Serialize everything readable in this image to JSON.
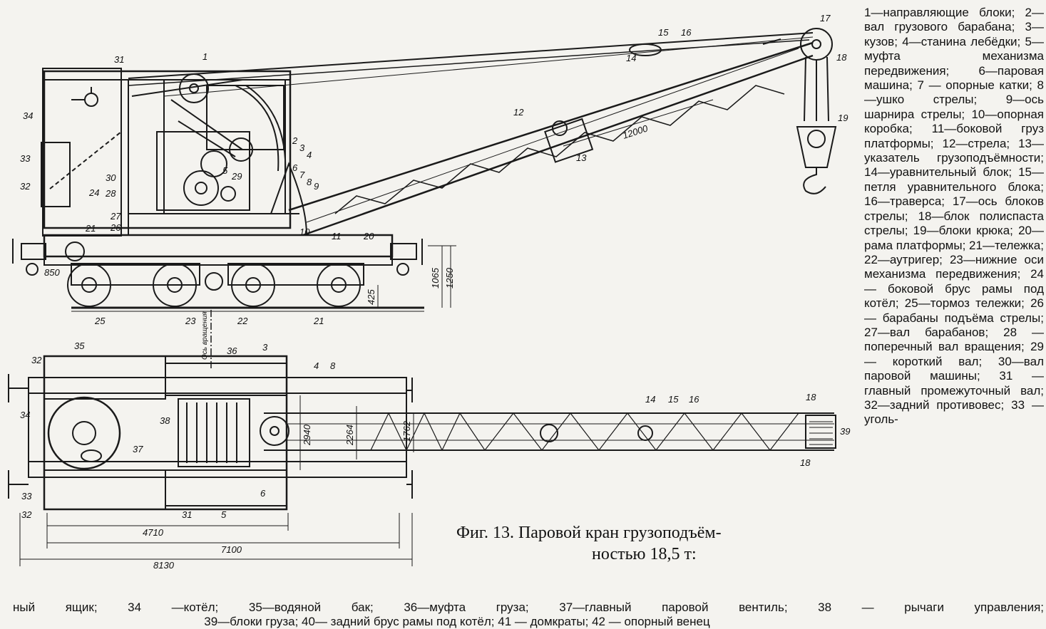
{
  "figure": {
    "caption_line1": "Фиг. 13. Паровой кран грузоподъём-",
    "caption_line2": "ностью 18,5 т:"
  },
  "legend": {
    "right_column": "1—направляющие блоки; 2—вал грузового барабана; 3—кузов; 4—станина лебёдки; 5—муфта механизма передвижения; 6—паровая машина; 7 — опорные катки; 8—ушко стрелы; 9—ось шарнира стрелы; 10—опорная коробка; 11—боковой груз платформы; 12—стрела; 13—указатель грузоподъёмности; 14—уравнительный блок; 15—петля уравнительного блока; 16—траверса; 17—ось блоков стрелы; 18—блок полиспаста стрелы; 19—блоки крюка; 20—рама платформы; 21—тележка; 22—аутригер; 23—нижние оси механизма передвижения; 24 — боковой брус рамы под котёл; 25—тормоз тележки; 26 — барабаны подъёма стрелы; 27—вал барабанов; 28 — поперечный вал вращения; 29 — короткий вал; 30—вал паровой машины; 31 — главный промежуточный вал; 32—задний противовес; 33 — уголь-",
    "bottom_line1": "ный ящик; 34 —котёл; 35—водяной бак; 36—муфта груза; 37—главный паровой вентиль; 38 — рычаги управления;",
    "bottom_line2": "39—блоки груза; 40— задний брус рамы под котёл; 41 — домкраты; 42 — опорный венец"
  },
  "dimensions": {
    "boom_length": "12000",
    "buffer": "850",
    "height_1065": "1065",
    "height_1250": "1250",
    "wheel_425": "425",
    "width_2940": "2940",
    "width_2264": "2264",
    "width_1762": "1762",
    "length_4710": "4710",
    "length_7100": "7100",
    "length_8130": "8130",
    "rotation_axis": "Ось вращения"
  },
  "callouts": {
    "side_view": [
      "1",
      "2",
      "3",
      "4",
      "5",
      "6",
      "7",
      "8",
      "9",
      "10",
      "11",
      "12",
      "13",
      "14",
      "15",
      "16",
      "17",
      "18",
      "19",
      "20",
      "21",
      "21",
      "22",
      "23",
      "24",
      "25",
      "26",
      "27",
      "28",
      "29",
      "30",
      "31",
      "32",
      "33",
      "34"
    ],
    "plan_view": [
      "3",
      "4",
      "5",
      "6",
      "8",
      "14",
      "15",
      "16",
      "18",
      "18",
      "31",
      "32",
      "32",
      "33",
      "34",
      "35",
      "36",
      "37",
      "38",
      "39"
    ]
  }
}
